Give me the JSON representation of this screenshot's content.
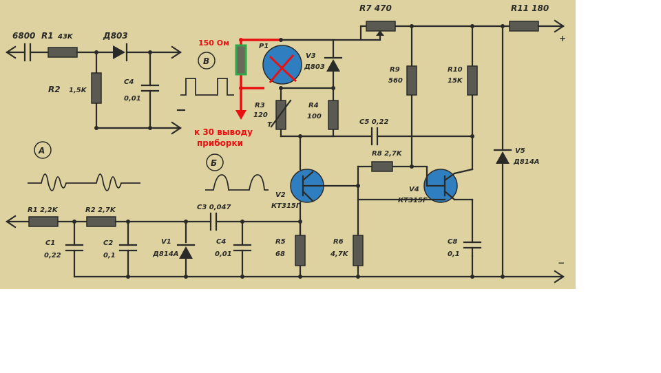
{
  "labels": {
    "c6800": "6800",
    "r1": "R1",
    "r1v": "43K",
    "d803a": "Д803",
    "r2": "R2",
    "r2v": "1,5K",
    "c4top": "C4",
    "c4topv": "0,01",
    "circB": "В",
    "circA": "А",
    "circBb": "Б",
    "r7": "R7 470",
    "r11": "R11 180",
    "p1": "P1",
    "v3": "V3",
    "v3v": "Д803",
    "r3": "R3",
    "r3v": "120",
    "tsym": "T",
    "r4": "R4",
    "r4v": "100",
    "r9": "R9",
    "r9v": "560",
    "r10": "R10",
    "r10v": "15K",
    "c5": "C5 0,22",
    "r8": "R8 2,7K",
    "v2": "V2",
    "v2v": "КТ315Г",
    "v4": "V4",
    "v4v": "КТ315Г",
    "v5": "V5",
    "v5v": "Д814А",
    "r1b": "R1 2,2K",
    "r2b": "R2 2,7K",
    "c3": "C3 0,047",
    "c1": "C1",
    "c1v": "0,22",
    "c2": "C2",
    "c2v": "0,1",
    "v1": "V1",
    "v1v": "Д814А",
    "c4b": "C4",
    "c4bv": "0,01",
    "r5": "R5",
    "r5v": "68",
    "r6": "R6",
    "r6v": "4,7K",
    "c8": "C8",
    "c8v": "0,1",
    "plus": "+",
    "minus_mid": "−",
    "minus_right": "−"
  },
  "annotations": {
    "ohm150": "150 Ом",
    "pin30_line1": "к 30 выводу",
    "pin30_line2": "приборки"
  },
  "colors": {
    "paper": "#ddd2a0",
    "ink": "#2a2a28",
    "transistor": "#2f7fc0",
    "annotation": "#e81010",
    "resistor_new": "#2fa84a"
  }
}
